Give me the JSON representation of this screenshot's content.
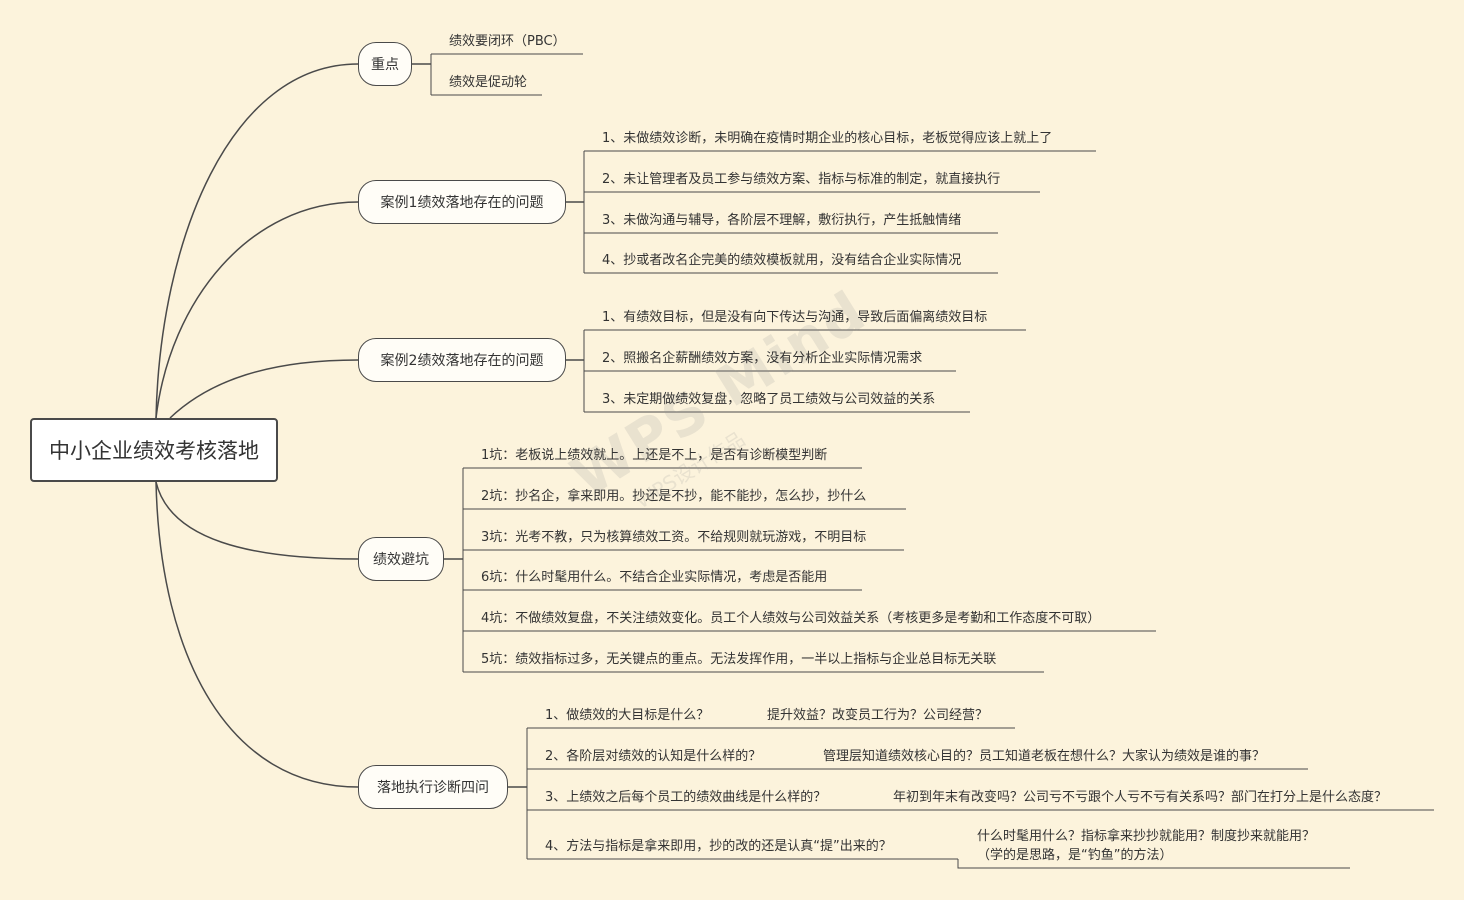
{
  "root": {
    "label": "中小企业绩效考核落地"
  },
  "watermark": {
    "line1": "WPS Mind",
    "line2": "WPS设计作品"
  },
  "branches": [
    {
      "label": "重点",
      "items": [
        "绩效要闭环（PBC）",
        "绩效是促动轮"
      ]
    },
    {
      "label": "案例1绩效落地存在的问题",
      "items": [
        "1、未做绩效诊断，未明确在疫情时期企业的核心目标，老板觉得应该上就上了",
        "2、未让管理者及员工参与绩效方案、指标与标准的制定，就直接执行",
        "3、未做沟通与辅导，各阶层不理解，敷衍执行，产生抵触情绪",
        "4、抄或者改名企完美的绩效模板就用，没有结合企业实际情况"
      ]
    },
    {
      "label": "案例2绩效落地存在的问题",
      "items": [
        "1、有绩效目标，但是没有向下传达与沟通，导致后面偏离绩效目标",
        "2、照搬名企薪酬绩效方案，没有分析企业实际情况需求",
        "3、未定期做绩效复盘，忽略了员工绩效与公司效益的关系"
      ]
    },
    {
      "label": "绩效避坑",
      "items": [
        "1坑：老板说上绩效就上。上还是不上，是否有诊断模型判断",
        "2坑：抄名企，拿来即用。抄还是不抄，能不能抄，怎么抄，抄什么",
        "3坑：光考不教，只为核算绩效工资。不给规则就玩游戏，不明目标",
        "6坑：什么时髦用什么。不结合企业实际情况，考虑是否能用",
        "4坑：不做绩效复盘，不关注绩效变化。员工个人绩效与公司效益关系（考核更多是考勤和工作态度不可取）",
        "5坑：绩效指标过多，无关键点的重点。无法发挥作用，一半以上指标与企业总目标无关联"
      ]
    },
    {
      "label": "落地执行诊断四问",
      "items": [
        {
          "q": "1、做绩效的大目标是什么？",
          "a": [
            "提升效益？改变员工行为？公司经营？"
          ]
        },
        {
          "q": "2、各阶层对绩效的认知是什么样的？",
          "a": [
            "管理层知道绩效核心目的？员工知道老板在想什么？大家认为绩效是谁的事？"
          ]
        },
        {
          "q": "3、上绩效之后每个员工的绩效曲线是什么样的？",
          "a": [
            "年初到年末有改变吗？公司亏不亏跟个人亏不亏有关系吗？部门在打分上是什么态度？"
          ]
        },
        {
          "q": "4、方法与指标是拿来即用，抄的改的还是认真“提”出来的？",
          "a": [
            "什么时髦用什么？指标拿来抄抄就能用？制度抄来就能用？",
            "（学的是思路，是“钓鱼”的方法）"
          ]
        }
      ]
    }
  ]
}
